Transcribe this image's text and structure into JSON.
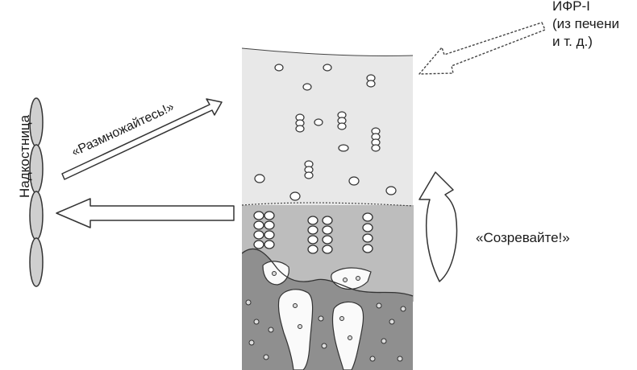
{
  "labels": {
    "periosteum": "Надкостница",
    "proliferate": "«Размножайтесь!»",
    "igf_lines": [
      "ИФР-I",
      "(из печени",
      "и т. д.)"
    ],
    "mature": "«Созревайте!»"
  },
  "colors": {
    "resting_zone": "#e8e8e8",
    "proliferative_zone": "#bdbdbd",
    "bone_zone": "#8f8f8f",
    "outline": "#333333",
    "arrow_fill": "#ffffff"
  }
}
